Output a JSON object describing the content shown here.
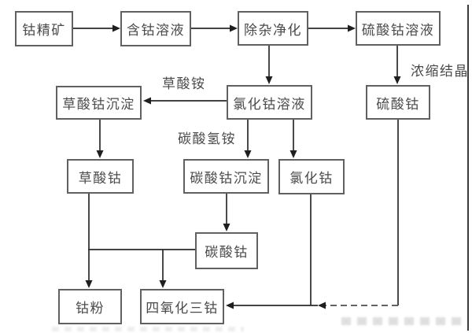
{
  "nodes": {
    "gu_jing_kuang": {
      "label": "钴精矿"
    },
    "han_gu_rong_ye": {
      "label": "含钴溶液"
    },
    "chu_za_jing_hua": {
      "label": "除杂净化"
    },
    "liu_suan_gu_rong_ye": {
      "label": "硫酸钴溶液"
    },
    "cao_suan_gu_chen_dian": {
      "label": "草酸钴沉淀"
    },
    "lv_hua_gu_rong_ye": {
      "label": "氯化钴溶液"
    },
    "liu_suan_gu": {
      "label": "硫酸钴"
    },
    "cao_suan_gu": {
      "label": "草酸钴"
    },
    "tan_suan_gu_chen_dian": {
      "label": "碳酸钴沉淀"
    },
    "lv_hua_gu": {
      "label": "氯化钴"
    },
    "tan_suan_gu": {
      "label": "碳酸钴"
    },
    "gu_fen": {
      "label": "钴粉"
    },
    "si_yang_hua_san_gu": {
      "label": "四氧化三钴"
    }
  },
  "edge_labels": {
    "cao_suan_an": "草酸铵",
    "tan_suan_qing_an": "碳酸氢铵",
    "nong_suo_jie_jing": "浓缩结晶"
  },
  "edges": [
    {
      "from": "钴精矿",
      "to": "含钴溶液"
    },
    {
      "from": "含钴溶液",
      "to": "除杂净化"
    },
    {
      "from": "除杂净化",
      "to": "硫酸钴溶液"
    },
    {
      "from": "除杂净化",
      "to": "氯化钴溶液"
    },
    {
      "from": "硫酸钴溶液",
      "to": "硫酸钴",
      "label": "浓缩结晶"
    },
    {
      "from": "氯化钴溶液",
      "to": "草酸钴沉淀",
      "label": "草酸铵"
    },
    {
      "from": "草酸钴沉淀",
      "to": "草酸钴"
    },
    {
      "from": "氯化钴溶液",
      "to": "碳酸钴沉淀",
      "label": "碳酸氢铵"
    },
    {
      "from": "氯化钴溶液",
      "to": "氯化钴"
    },
    {
      "from": "碳酸钴沉淀",
      "to": "碳酸钴"
    },
    {
      "from": "草酸钴",
      "to": "钴粉"
    },
    {
      "from": "碳酸钴",
      "to": "钴粉"
    },
    {
      "from": "碳酸钴",
      "to": "四氧化三钴"
    },
    {
      "from": "硫酸钴",
      "to": "四氧化三钴"
    },
    {
      "from": "氯化钴",
      "to": "四氧化三钴"
    }
  ],
  "colors": {
    "box_border": "#616161",
    "wire": "#262626",
    "text": "#4a4a4a",
    "background": "#ffffff"
  }
}
